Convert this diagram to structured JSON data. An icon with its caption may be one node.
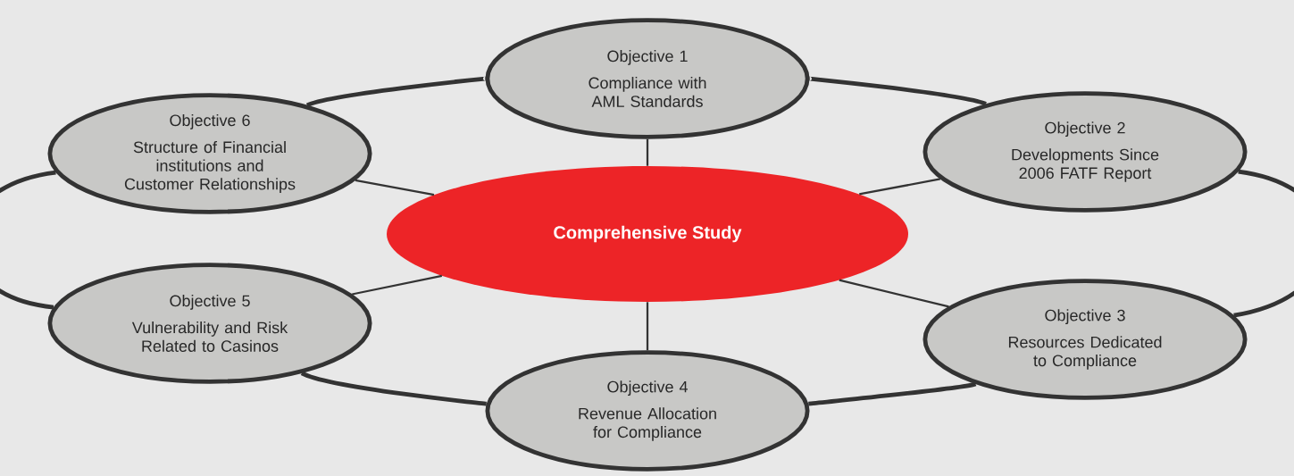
{
  "diagram": {
    "nodes": [
      {
        "text": [
          "Objective 1",
          "Compliance with AML Standards"
        ]
      },
      {
        "text": [
          "Objective 2",
          "Developments Since 2006 FATF Report"
        ]
      },
      {
        "text": [
          "Objective 3",
          "Resources Dedicated to Compliance"
        ]
      },
      {
        "text": [
          "Objective 4",
          "Revenue Allocation for Compliance"
        ]
      },
      {
        "text": [
          "Objective 5",
          "Vulnerability and Risk Related to Casinos"
        ]
      },
      {
        "text": [
          "Objective 6",
          "Structure of Financial institutions and Customer Relationships"
        ]
      },
      {
        "text": [
          "Comprehensive Study"
        ]
      }
    ],
    "edges": [
      {
        "from": 0,
        "to": 1,
        "arrow": "none",
        "style": "thick"
      },
      {
        "from": 1,
        "to": 2,
        "arrow": "none",
        "style": "thick"
      },
      {
        "from": 2,
        "to": 3,
        "arrow": "none",
        "style": "thick"
      },
      {
        "from": 3,
        "to": 4,
        "arrow": "none",
        "style": "thick"
      },
      {
        "from": 4,
        "to": 5,
        "arrow": "none",
        "style": "thick"
      },
      {
        "from": 5,
        "to": 0,
        "arrow": "none",
        "style": "thick"
      },
      {
        "from": 6,
        "to": 0,
        "arrow": "none"
      },
      {
        "from": 6,
        "to": 1,
        "arrow": "none"
      },
      {
        "from": 6,
        "to": 2,
        "arrow": "none"
      },
      {
        "from": 6,
        "to": 3,
        "arrow": "none"
      },
      {
        "from": 6,
        "to": 4,
        "arrow": "none"
      },
      {
        "from": 6,
        "to": 5,
        "arrow": "none"
      }
    ]
  }
}
